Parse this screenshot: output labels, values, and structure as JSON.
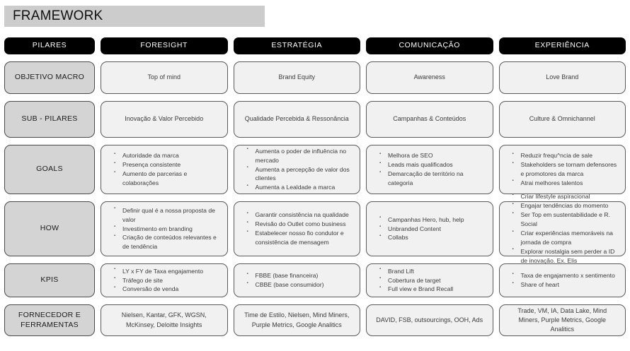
{
  "title": "FRAMEWORK",
  "columns": [
    {
      "key": "pilares",
      "label": "PILARES"
    },
    {
      "key": "foresight",
      "label": "FORESIGHT"
    },
    {
      "key": "estrategia",
      "label": "ESTRATÉGIA"
    },
    {
      "key": "comunicacao",
      "label": "COMUNICAÇÃO"
    },
    {
      "key": "experiencia",
      "label": "EXPERIÊNCIA"
    }
  ],
  "rows": {
    "objetivo_macro": {
      "label": "OBJETIVO MACRO",
      "foresight": {
        "text": "Top of mind"
      },
      "estrategia": {
        "text": "Brand Equity"
      },
      "comunicacao": {
        "text": "Awareness"
      },
      "experiencia": {
        "text": "Love Brand"
      }
    },
    "sub_pilares": {
      "label": "SUB - PILARES",
      "foresight": {
        "text": "Inovação & Valor Percebido"
      },
      "estrategia": {
        "text": "Qualidade Percebida & Ressonância"
      },
      "comunicacao": {
        "text": "Campanhas & Conteúdos"
      },
      "experiencia": {
        "text": "Culture & Omnichannel"
      }
    },
    "goals": {
      "label": "GOALS",
      "foresight": {
        "items": [
          "Autoridade da marca",
          "Presença consistente",
          "Aumento de parcerias e colaborações"
        ]
      },
      "estrategia": {
        "items": [
          "Aumenta o poder de influência no mercado",
          "Aumenta a percepção de valor dos clientes",
          "Aumenta a Lealdade a marca"
        ]
      },
      "comunicacao": {
        "items": [
          "Melhora de SEO",
          "Leads mais qualificados",
          "Demarcação de território na categoria"
        ]
      },
      "experiencia": {
        "items": [
          "Reduzir frequ^ncia de sale",
          "Stakeholders se tornam defensores e promotores da marca",
          "Atrai melhores talentos"
        ]
      }
    },
    "how": {
      "label": "HOW",
      "foresight": {
        "items": [
          "Definir qual é a nossa proposta de valor",
          "Investimento em branding",
          "Criação de conteúdos relevantes e de tendência"
        ]
      },
      "estrategia": {
        "items": [
          "Garantir consistência na qualidade",
          "Revisão do Outlet como business",
          "Estabelecer nosso fio condutor e consistência de mensagem"
        ]
      },
      "comunicacao": {
        "items": [
          "Campanhas Hero, hub, help",
          "Unbranded Content",
          "Collabs"
        ]
      },
      "experiencia": {
        "items": [
          "Criar lifestyle aspiracional",
          "Engajar tendências do momento",
          "Ser Top em sustentabilidade e R. Social",
          "Criar experiências memoráveis na jornada de compra",
          "Explorar nostalgia sem perder a ID de inovação. Ex. Elis"
        ]
      }
    },
    "kpis": {
      "label": "KPIS",
      "foresight": {
        "items": [
          "LY x FY de Taxa engajamento",
          "Tráfego de site",
          "Conversão de venda"
        ]
      },
      "estrategia": {
        "items": [
          "FBBE (base financeira)",
          "CBBE (base consumidor)"
        ]
      },
      "comunicacao": {
        "items": [
          "Brand Lift",
          "Cobertura de target",
          "Full view e Brand Recall"
        ]
      },
      "experiencia": {
        "items": [
          "Taxa de engajamento x sentimento",
          "Share of heart"
        ]
      }
    },
    "fornecedor": {
      "label": "FORNECEDOR E FERRAMENTAS",
      "foresight": {
        "text": "Nielsen, Kantar, GFK, WGSN, McKinsey, Deloitte Insights"
      },
      "estrategia": {
        "text": "Time de Estilo, Nielsen, Mind Miners, Purple Metrics, Google Analitics"
      },
      "comunicacao": {
        "text": "DAVID, FSB, outsourcings, OOH, Ads"
      },
      "experiencia": {
        "text": "Trade, VM, IA, Data Lake, Mind Miners, Purple Metrics, Google Analitics"
      }
    }
  },
  "colors": {
    "title_banner_bg": "#cccccc",
    "header_pill_bg": "#000000",
    "header_pill_text": "#ffffff",
    "label_cell_bg": "#d4d4d4",
    "body_cell_bg": "#f1f1f1",
    "body_text": "#3c3c3c",
    "page_bg": "#ffffff"
  }
}
